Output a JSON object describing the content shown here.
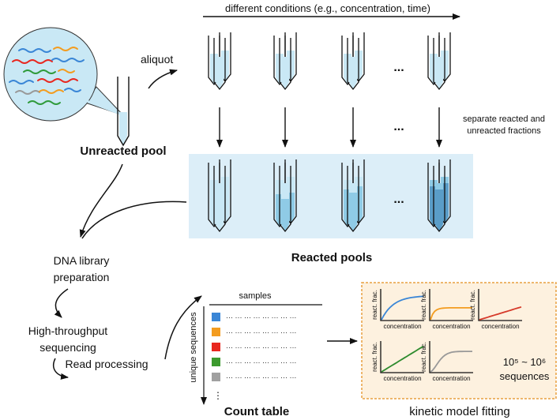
{
  "labels": {
    "conditions": "different conditions (e.g., concentration, time)",
    "aliquot": "aliquot",
    "dots": "...",
    "separate_line1": "separate reacted and",
    "separate_line2": "unreacted fractions",
    "unreacted_pool": "Unreacted pool",
    "reacted_pools": "Reacted pools",
    "dna_library_line1": "DNA library",
    "dna_library_line2": "preparation",
    "hts_line1": "High-throughput",
    "hts_line2": "sequencing",
    "read_processing": "Read processing",
    "samples": "samples",
    "unique_sequences": "unique sequences",
    "count_table": "Count table",
    "kinetic_model_fitting": "kinetic model fitting",
    "plot_ylabel": "react. frac.",
    "plot_xlabel": "concentration",
    "seq_range_line1": "10⁵ ~ 10⁶",
    "seq_range_line2": "sequences",
    "table_row_dots": "··· ··· ··· ··· ··· ··· ··· ···",
    "table_more_dots": "⋮"
  },
  "colors": {
    "pool_bg": "#dceef8",
    "liquid_light": "#c9e8f5",
    "liquid_mid": "#8fcbe6",
    "liquid_dark": "#5a9dc8",
    "fitting_box_bg": "#fdf1df",
    "fitting_box_border": "#e8a040",
    "row_blue": "#3a86d6",
    "row_orange": "#f39c1f",
    "row_red": "#e8271f",
    "row_green": "#3c9a2e",
    "row_gray": "#a0a0a0",
    "curve_blue": "#3a86d6",
    "curve_orange": "#f39c1f",
    "curve_red": "#d63a2a",
    "curve_green": "#2e8b2e",
    "curve_gray": "#999999"
  },
  "count_table_rows": [
    "row_blue",
    "row_orange",
    "row_red",
    "row_green",
    "row_gray"
  ],
  "kinetic_plots": [
    {
      "shape": "saturating-fast",
      "color": "curve_blue"
    },
    {
      "shape": "saturating-plateau",
      "color": "curve_orange"
    },
    {
      "shape": "linear-slow",
      "color": "curve_red"
    },
    {
      "shape": "linear",
      "color": "curve_green"
    },
    {
      "shape": "sigmoid-saturating",
      "color": "curve_gray"
    }
  ]
}
